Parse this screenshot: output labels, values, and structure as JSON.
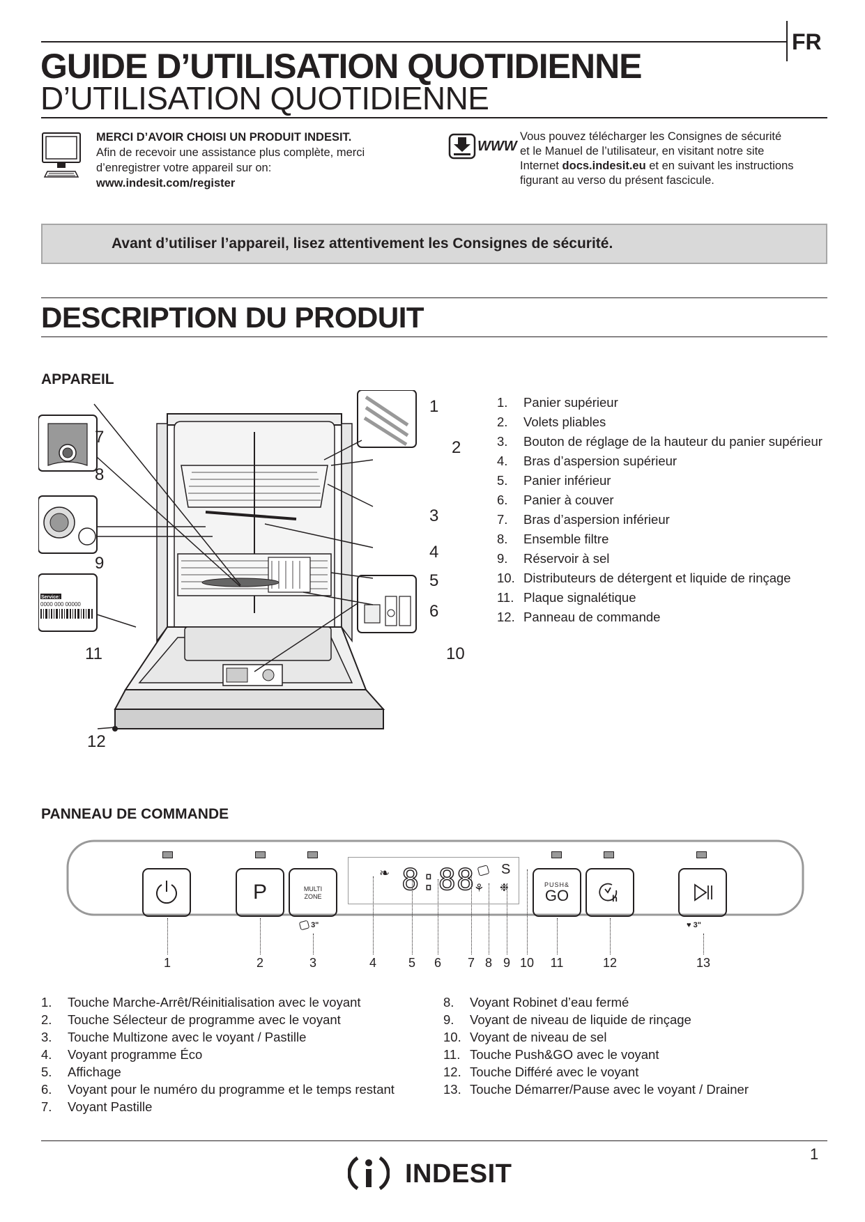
{
  "header": {
    "language": "FR",
    "title_bold": "GUIDE D’UTILISATION QUOTIDIENNE",
    "title_light": "D’UTILISATION QUOTIDIENNE"
  },
  "intro_left": {
    "heading": "MERCI D’AVOIR CHOISI UN PRODUIT INDESIT.",
    "line1": "Afin de recevoir une assistance plus complète, merci",
    "line2": "d’enregistrer votre appareil sur on:",
    "url": "www.indesit.com/register"
  },
  "intro_right": {
    "icon_text": "WWW",
    "line1": "Vous pouvez télécharger les Consignes de sécurité",
    "line2": "et le  Manuel de l’utilisateur, en visitant notre site",
    "line3_pre": "Internet ",
    "line3_bold": "docs.indesit.eu",
    "line3_post": " et en suivant les instructions",
    "line4": "figurant au verso du présent fascicule."
  },
  "notice": "Avant d’utiliser l’appareil, lisez attentivement les Consignes de sécurité.",
  "section_title": "DESCRIPTION DU PRODUIT",
  "appareil": {
    "heading": "APPAREIL",
    "diagram_numbers": [
      "1",
      "2",
      "3",
      "4",
      "5",
      "6",
      "7",
      "8",
      "9",
      "10",
      "11",
      "12"
    ],
    "nameplate": {
      "service": "Service:",
      "code": "0000 000 00000"
    },
    "items": [
      {
        "n": "1.",
        "text": "Panier supérieur"
      },
      {
        "n": "2.",
        "text": "Volets pliables"
      },
      {
        "n": "3.",
        "text": "Bouton de réglage de la hauteur du panier supérieur"
      },
      {
        "n": "4.",
        "text": "Bras d’aspersion supérieur"
      },
      {
        "n": "5.",
        "text": "Panier inférieur"
      },
      {
        "n": "6.",
        "text": "Panier à couver"
      },
      {
        "n": "7.",
        "text": "Bras d’aspersion inférieur"
      },
      {
        "n": "8.",
        "text": "Ensemble filtre"
      },
      {
        "n": "9.",
        "text": "Réservoir à sel"
      },
      {
        "n": "10.",
        "text": "Distributeurs de détergent et liquide de rinçage"
      },
      {
        "n": "11.",
        "text": "Plaque signalétique"
      },
      {
        "n": "12.",
        "text": "Panneau de commande"
      }
    ]
  },
  "control_panel": {
    "heading": "PANNEAU DE COMMANDE",
    "display_digits": "8:88",
    "display_salt": "S",
    "button_p": "P",
    "button_multizone_1": "MULTI",
    "button_multizone_2": "ZONE",
    "button_push_1": "PUSH&",
    "button_push_2": "GO",
    "multizone_hint": "3\"",
    "start_hint": "3\"",
    "numbers": [
      "1",
      "2",
      "3",
      "4",
      "5",
      "6",
      "7",
      "8",
      "9",
      "10",
      "11",
      "12",
      "13"
    ],
    "items_left": [
      {
        "n": "1.",
        "text": "Touche Marche-Arrêt/Réinitialisation avec le voyant"
      },
      {
        "n": "2.",
        "text": "Touche Sélecteur de programme avec le voyant"
      },
      {
        "n": "3.",
        "text": "Touche Multizone avec le voyant / Pastille"
      },
      {
        "n": "4.",
        "text": "Voyant programme Éco"
      },
      {
        "n": "5.",
        "text": "Affichage"
      },
      {
        "n": "6.",
        "text": "Voyant pour le numéro du programme et le temps restant"
      },
      {
        "n": "7.",
        "text": "Voyant Pastille"
      }
    ],
    "items_right": [
      {
        "n": "8.",
        "text": "Voyant Robinet d’eau fermé"
      },
      {
        "n": "9.",
        "text": "Voyant de niveau de liquide de rinçage"
      },
      {
        "n": "10.",
        "text": "Voyant de niveau de sel"
      },
      {
        "n": "11.",
        "text": "Touche Push&GO avec le voyant"
      },
      {
        "n": "12.",
        "text": "Touche Différé avec le voyant"
      },
      {
        "n": "13.",
        "text": "Touche Démarrer/Pause avec le voyant / Drainer"
      }
    ]
  },
  "footer": {
    "brand": "indesit",
    "page_number": "1"
  }
}
